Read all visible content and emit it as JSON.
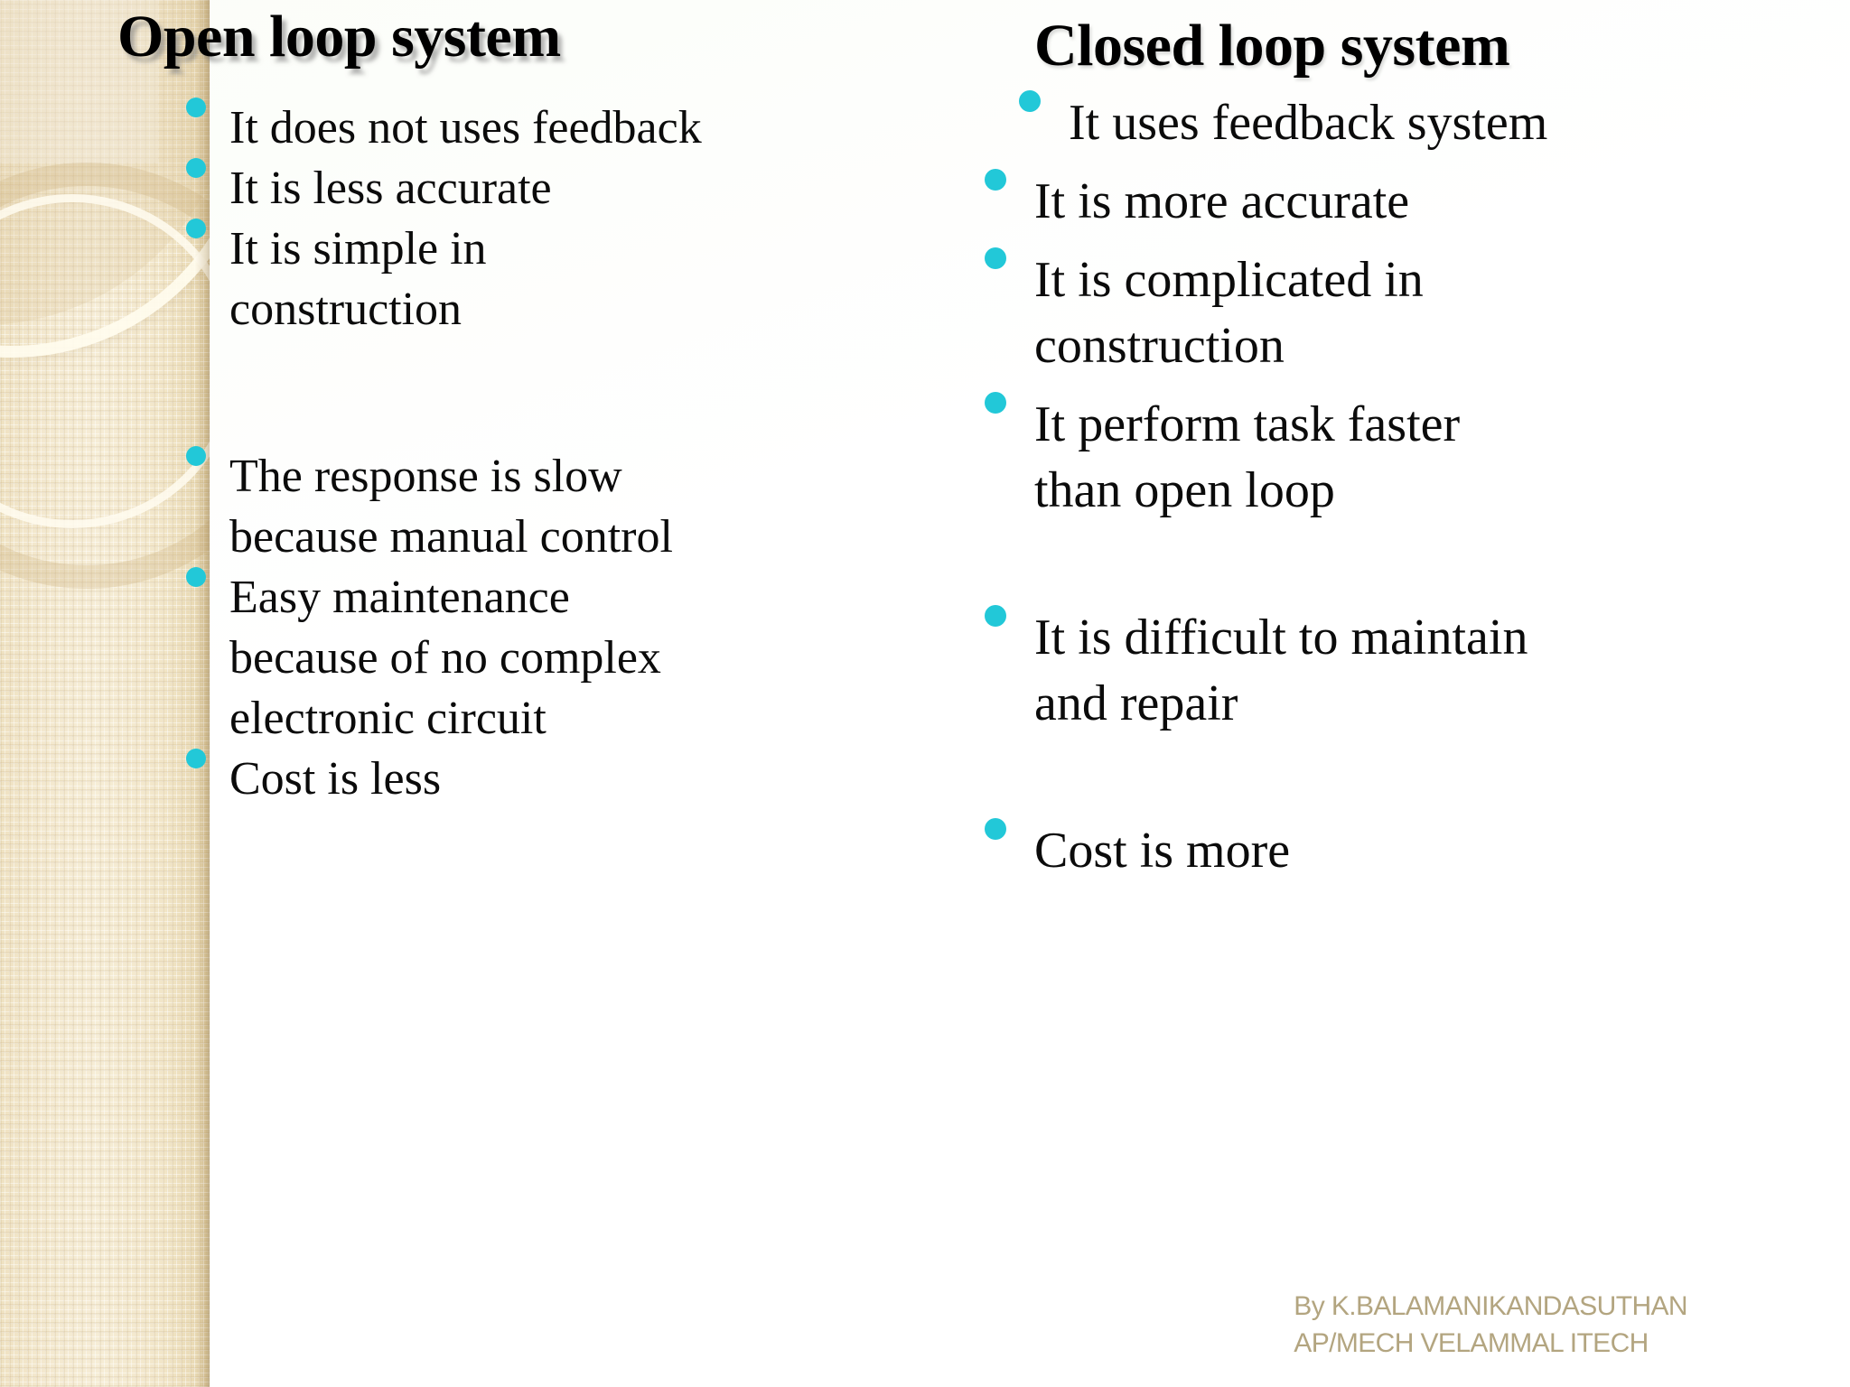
{
  "slide": {
    "background_color": "#ffffff",
    "accent_bullet_color": "#22c8d8",
    "sidebar_color": "#f3e8cd",
    "footer_color": "#b3a580"
  },
  "columns": {
    "open": {
      "title": "Open loop system",
      "bullets": [
        {
          "text": "It does not uses feedback"
        },
        {
          "text": "It is less accurate"
        },
        {
          "text": "It is simple in\nconstruction"
        },
        {
          "text": "The response is slow\nbecause manual control"
        },
        {
          "text": "Easy maintenance\nbecause of no complex\nelectronic circuit"
        },
        {
          "text": "Cost is less"
        }
      ],
      "spacers": {
        "after_index_2": 118
      }
    },
    "closed": {
      "title": "Closed loop system",
      "bullets": [
        {
          "text": "It uses feedback system"
        },
        {
          "text": "It is more accurate"
        },
        {
          "text": "It is complicated in\nconstruction"
        },
        {
          "text": "It perform task faster\nthan open loop"
        },
        {
          "text": "It is difficult to maintain\nand repair"
        },
        {
          "text": "Cost is more"
        }
      ]
    }
  },
  "footer": {
    "line1": "By K.BALAMANIKANDASUTHAN",
    "line2": "AP/MECH VELAMMAL ITECH"
  }
}
